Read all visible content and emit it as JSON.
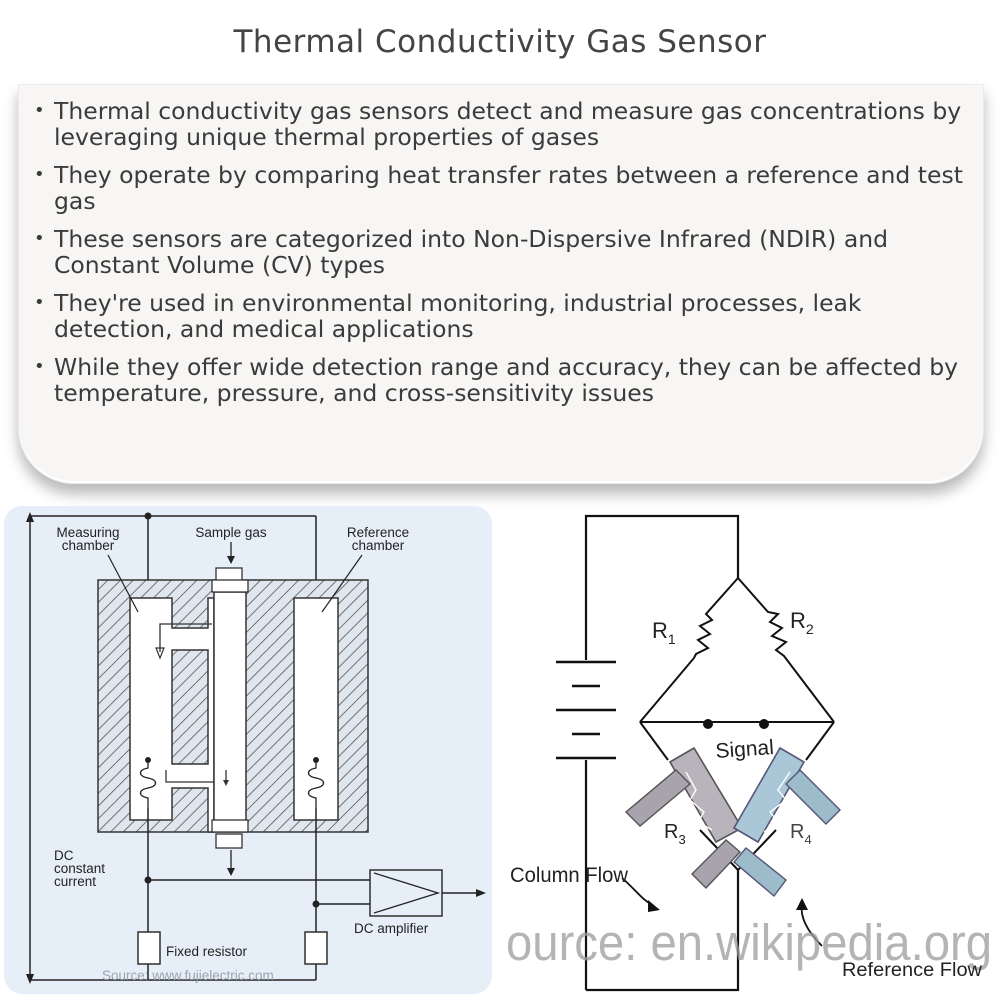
{
  "title": "Thermal Conductivity Gas Sensor",
  "bullets": [
    "Thermal conductivity gas sensors detect and measure gas concentrations by leveraging unique thermal properties of gases",
    "They operate by comparing heat transfer rates between a reference and test gas",
    "These sensors are categorized into Non-Dispersive Infrared (NDIR) and Constant Volume (CV) types",
    "They're used in environmental monitoring, industrial processes, leak detection, and medical applications",
    "While they offer wide detection range and accuracy, they can be affected by temperature, pressure, and cross-sensitivity issues"
  ],
  "left_diagram": {
    "measuring_chamber_line1": "Measuring",
    "measuring_chamber_line2": "chamber",
    "sample_gas": "Sample gas",
    "reference_chamber_line1": "Reference",
    "reference_chamber_line2": "chamber",
    "dc_line1": "DC",
    "dc_line2": "constant",
    "dc_line3": "current",
    "dc_amplifier": "DC amplifier",
    "fixed_resistor": "Fixed resistor",
    "source": "Source: www.fujielectric.com"
  },
  "right_diagram": {
    "r1": "R",
    "r1_sub": "1",
    "r2": "R",
    "r2_sub": "2",
    "r3": "R",
    "r3_sub": "3",
    "r4": "R",
    "r4_sub": "4",
    "signal": "Signal",
    "column_flow": "Column Flow",
    "reference_flow": "Reference Flow",
    "watermark": "ource: en.wikipedia.org"
  },
  "colors": {
    "panel_bg": "#e6eff8",
    "hatch": "#5a5a5a",
    "r3_fill": "#b9b4bc",
    "r4_fill": "#a9c7d6"
  }
}
